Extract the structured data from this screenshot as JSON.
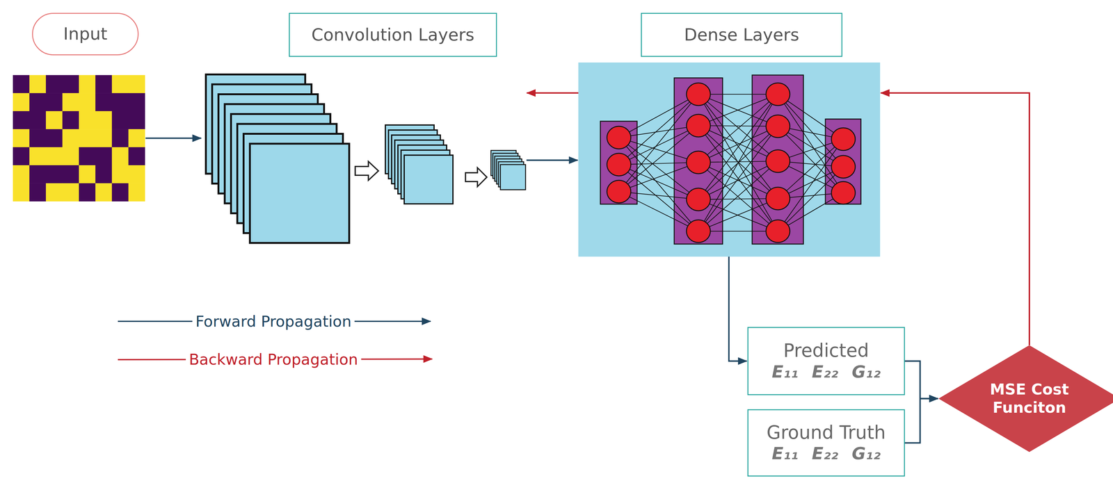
{
  "diagram": {
    "nodes": [
      {
        "text": [
          "Input"
        ]
      },
      {
        "text": [
          "Convolution Layers"
        ]
      },
      {
        "text": [
          "Dense Layers"
        ]
      },
      {
        "text": [
          "Predicted",
          "E₁₁ E₂₂ G₁₂"
        ]
      },
      {
        "text": [
          "Ground Truth",
          "E₁₁ E₂₂ G₁₂"
        ]
      },
      {
        "text": [
          "MSE Cost Funciton"
        ]
      }
    ],
    "edges": [
      {
        "from": 3,
        "to": 5,
        "arrow": "to"
      },
      {
        "from": 4,
        "to": 5,
        "arrow": "to"
      }
    ],
    "legend": [
      {
        "text": "Forward Propagation"
      },
      {
        "text": "Backward Propagation"
      }
    ]
  }
}
